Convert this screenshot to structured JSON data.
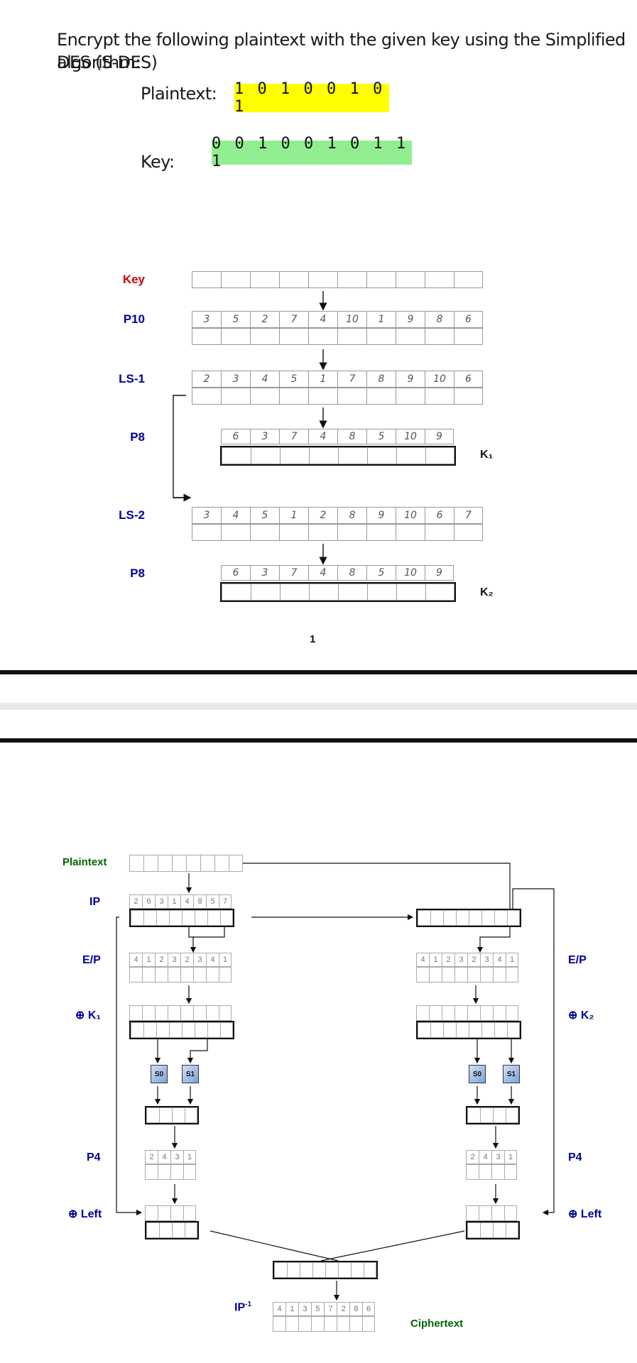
{
  "question": {
    "line1": "Encrypt the following plaintext with the given key using the Simplified DES (S-DES)",
    "line2": "algorithm:"
  },
  "inputs": {
    "plaintext_label": "Plaintext:",
    "plaintext_value": "1 0 1 0 0 1 0 1",
    "plaintext_color": "#ffff00",
    "key_label": "Key:",
    "key_value": "0 0 1 0 0 1 0 1 1 1",
    "key_color": "#90ee90"
  },
  "key_schedule": {
    "labels": {
      "key": "Key",
      "p10": "P10",
      "ls1": "LS-1",
      "p8a": "P8",
      "ls2": "LS-2",
      "p8b": "P8"
    },
    "p10": [
      "3",
      "5",
      "2",
      "7",
      "4",
      "10",
      "1",
      "9",
      "8",
      "6"
    ],
    "ls1": [
      "2",
      "3",
      "4",
      "5",
      "1",
      "7",
      "8",
      "9",
      "10",
      "6"
    ],
    "p8": [
      "6",
      "3",
      "7",
      "4",
      "8",
      "5",
      "10",
      "9"
    ],
    "ls2": [
      "3",
      "4",
      "5",
      "1",
      "2",
      "8",
      "9",
      "10",
      "6",
      "7"
    ],
    "k1": "K₁",
    "k2": "K₂",
    "page_number": "1"
  },
  "encryption": {
    "labels": {
      "plaintext": "Plaintext",
      "ip": "IP",
      "ep": "E/P",
      "xor_k1": "⊕ K₁",
      "xor_k2": "⊕ K₂",
      "p4": "P4",
      "xor_left": "⊕ Left",
      "ip_inv": "IP",
      "ip_inv_sup": "-1",
      "ciphertext": "Ciphertext"
    },
    "ip": [
      "2",
      "6",
      "3",
      "1",
      "4",
      "8",
      "5",
      "7"
    ],
    "ep": [
      "4",
      "1",
      "2",
      "3",
      "2",
      "3",
      "4",
      "1"
    ],
    "p4": [
      "2",
      "4",
      "3",
      "1"
    ],
    "ip_inv": [
      "4",
      "1",
      "3",
      "5",
      "7",
      "2",
      "8",
      "6"
    ],
    "s0": "S0",
    "s1": "S1"
  },
  "colors": {
    "label_red": "#cc0000",
    "label_blue": "#000099",
    "label_green": "#006600"
  }
}
